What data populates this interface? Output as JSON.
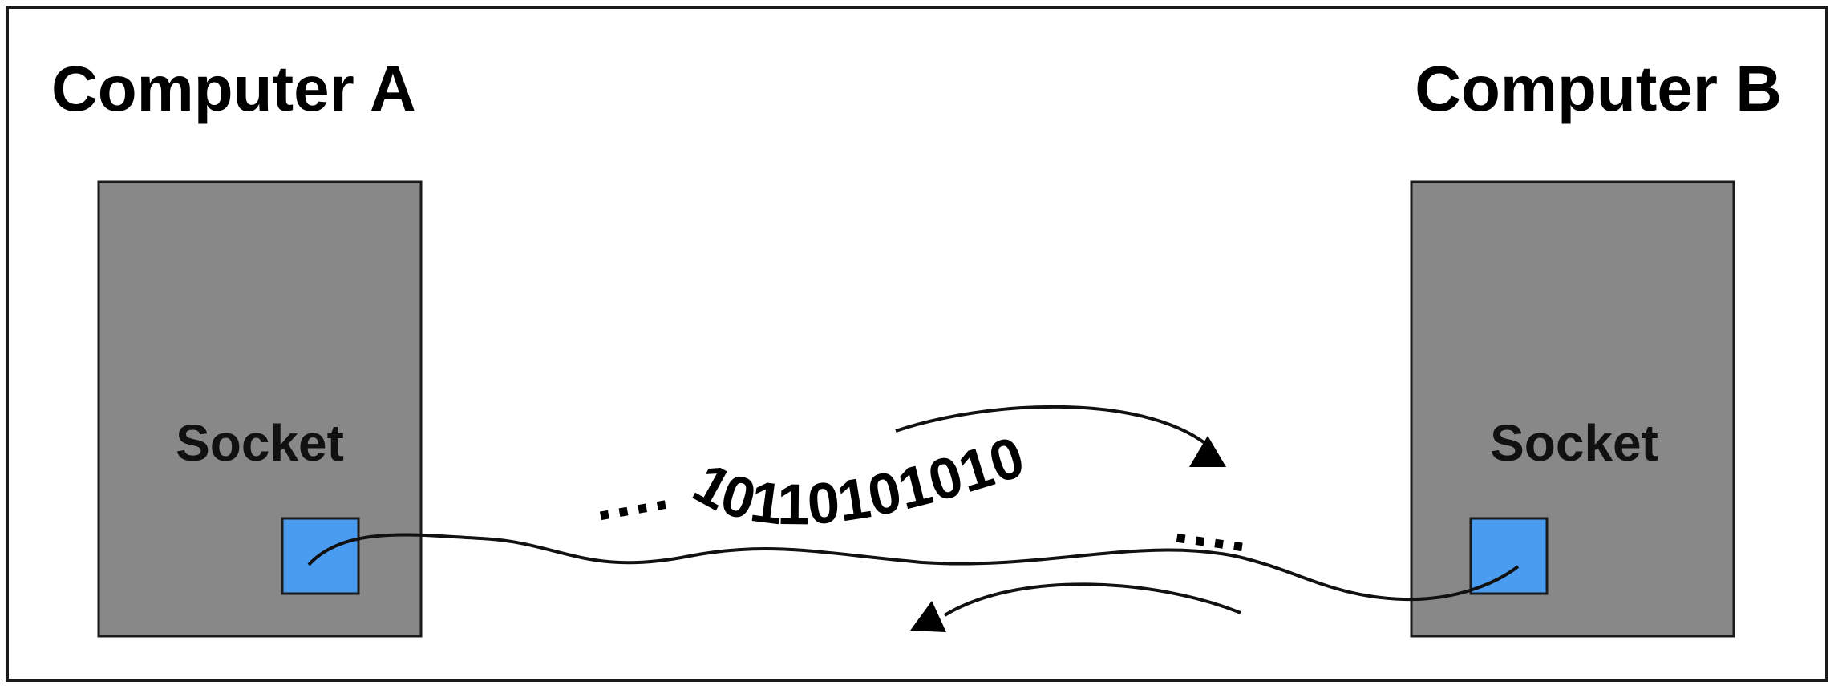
{
  "computer_a": {
    "title": "Computer A",
    "socket_label": "Socket"
  },
  "computer_b": {
    "title": "Computer B",
    "socket_label": "Socket"
  },
  "stream": {
    "leading_dots": "....",
    "bits": "10110101010",
    "trailing_dots": "...."
  },
  "colors": {
    "machine_fill": "#888888",
    "socket_fill": "#4a9cf0",
    "stroke": "#1a1a1a",
    "background": "#ffffff"
  },
  "icons": {
    "forward_arrow": "arrow-right-icon",
    "backward_arrow": "arrow-left-icon"
  }
}
